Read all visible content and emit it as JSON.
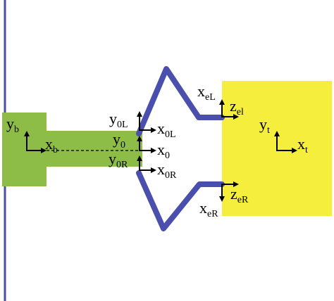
{
  "colors": {
    "base": "#8dbd47",
    "target": "#f5ee3c",
    "link": "#4a4fae",
    "axis": "#000000",
    "background": "#ffffff"
  },
  "labels": {
    "base": {
      "main": "y",
      "sub": "b",
      "x_main": "x",
      "x_sub": "b"
    },
    "left_root": {
      "y_main": "y",
      "y_sub": "0L",
      "x_main": "x",
      "x_sub": "0L"
    },
    "center": {
      "y_main": "y",
      "y_sub": "0",
      "x_main": "x",
      "x_sub": "0"
    },
    "right_root": {
      "y_main": "y",
      "y_sub": "0R",
      "x_main": "x",
      "x_sub": "0R"
    },
    "left_tip": {
      "x_main": "x",
      "x_sub": "eL",
      "z_main": "z",
      "z_sub": "el"
    },
    "right_tip": {
      "x_main": "x",
      "x_sub": "eR",
      "z_main": "z",
      "z_sub": "eR"
    },
    "target": {
      "y_main": "y",
      "y_sub": "t",
      "x_main": "x",
      "x_sub": "t"
    }
  }
}
